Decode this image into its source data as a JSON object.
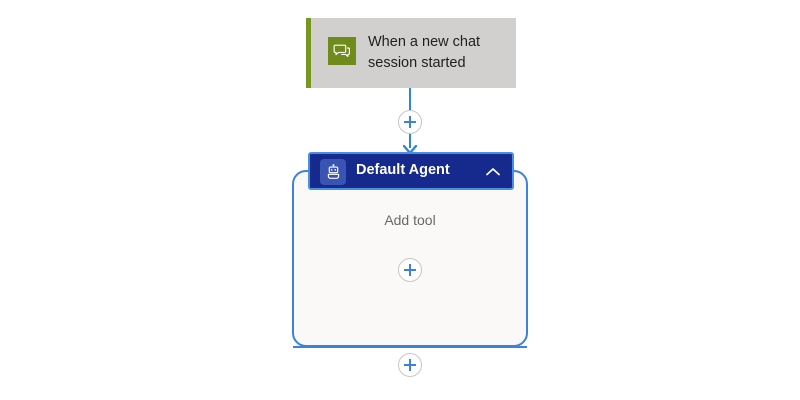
{
  "canvas": {
    "background_color": "#ffffff",
    "accent_color": "#3b82dd"
  },
  "trigger": {
    "label": "When a new chat session started",
    "icon": "chat-bubbles-icon",
    "accent_color": "#77961f",
    "icon_background": "#6f8b1c",
    "card_background": "#d2d0ce"
  },
  "connector": {
    "add_step_label": "+",
    "line_color": "#2b88d8"
  },
  "agent": {
    "title": "Default Agent",
    "icon": "robot-icon",
    "collapse_icon": "chevron-up-icon",
    "header_background": "#162a8e",
    "selection_ring_color": "#4a90e2",
    "body": {
      "empty_label": "Add tool",
      "add_tool_label": "+",
      "border_color": "#3b82dd",
      "background": "#faf9f8"
    }
  },
  "bottom_connector": {
    "add_step_label": "+",
    "line_color": "#3b82dd"
  }
}
